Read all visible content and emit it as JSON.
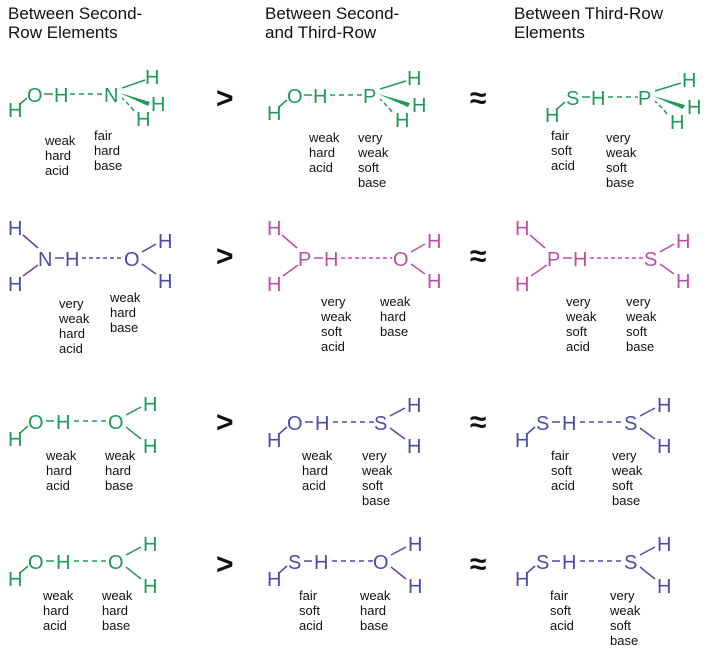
{
  "colors": {
    "green": "#1f9a58",
    "blue": "#4b4ea6",
    "magenta": "#b950a6",
    "text": "#111111"
  },
  "headers": [
    {
      "line1": "Between Second-",
      "line2": "Row Elements"
    },
    {
      "line1": "Between Second-",
      "line2": "and Third-Row"
    },
    {
      "line1": "Between Third-Row",
      "line2": "Elements"
    }
  ],
  "operators": [
    "greater-than",
    "approximately-equal"
  ],
  "operator_symbols": {
    "gt": ">",
    "approx": "≈"
  },
  "rows": [
    {
      "cells": [
        {
          "donor": "O",
          "acceptor": "N",
          "color": "green",
          "acid_label": [
            "weak",
            "hard",
            "acid"
          ],
          "base_label": [
            "fair",
            "hard",
            "base"
          ]
        },
        {
          "donor": "O",
          "acceptor": "P",
          "color": "green",
          "acid_label": [
            "weak",
            "hard",
            "acid"
          ],
          "base_label": [
            "very",
            "weak",
            "soft",
            "base"
          ]
        },
        {
          "donor": "S",
          "acceptor": "P",
          "color": "green",
          "acid_label": [
            "fair",
            "soft",
            "acid"
          ],
          "base_label": [
            "very",
            "weak",
            "soft",
            "base"
          ]
        }
      ]
    },
    {
      "cells": [
        {
          "donor": "N",
          "acceptor": "O",
          "color": "blue",
          "acid_label": [
            "very",
            "weak",
            "hard",
            "acid"
          ],
          "base_label": [
            "weak",
            "hard",
            "base"
          ]
        },
        {
          "donor": "P",
          "acceptor": "O",
          "color": "magenta",
          "acid_label": [
            "very",
            "weak",
            "soft",
            "acid"
          ],
          "base_label": [
            "weak",
            "hard",
            "base"
          ]
        },
        {
          "donor": "P",
          "acceptor": "S",
          "color": "magenta",
          "acid_label": [
            "very",
            "weak",
            "soft",
            "acid"
          ],
          "base_label": [
            "very",
            "weak",
            "soft",
            "base"
          ]
        }
      ]
    },
    {
      "cells": [
        {
          "donor": "O",
          "acceptor": "O",
          "color": "green",
          "acid_label": [
            "weak",
            "hard",
            "acid"
          ],
          "base_label": [
            "weak",
            "hard",
            "base"
          ]
        },
        {
          "donor": "O",
          "acceptor": "S",
          "color": "blue",
          "acid_label": [
            "weak",
            "hard",
            "acid"
          ],
          "base_label": [
            "very",
            "weak",
            "soft",
            "base"
          ]
        },
        {
          "donor": "S",
          "acceptor": "S",
          "color": "blue",
          "acid_label": [
            "fair",
            "soft",
            "acid"
          ],
          "base_label": [
            "very",
            "weak",
            "soft",
            "base"
          ]
        }
      ]
    },
    {
      "cells": [
        {
          "donor": "O",
          "acceptor": "O",
          "color": "green",
          "acid_label": [
            "weak",
            "hard",
            "acid"
          ],
          "base_label": [
            "weak",
            "hard",
            "base"
          ]
        },
        {
          "donor": "S",
          "acceptor": "O",
          "color": "blue",
          "acid_label": [
            "fair",
            "soft",
            "acid"
          ],
          "base_label": [
            "weak",
            "hard",
            "base"
          ]
        },
        {
          "donor": "S",
          "acceptor": "S",
          "color": "blue",
          "acid_label": [
            "fair",
            "soft",
            "acid"
          ],
          "base_label": [
            "very",
            "weak",
            "soft",
            "base"
          ]
        }
      ]
    }
  ]
}
